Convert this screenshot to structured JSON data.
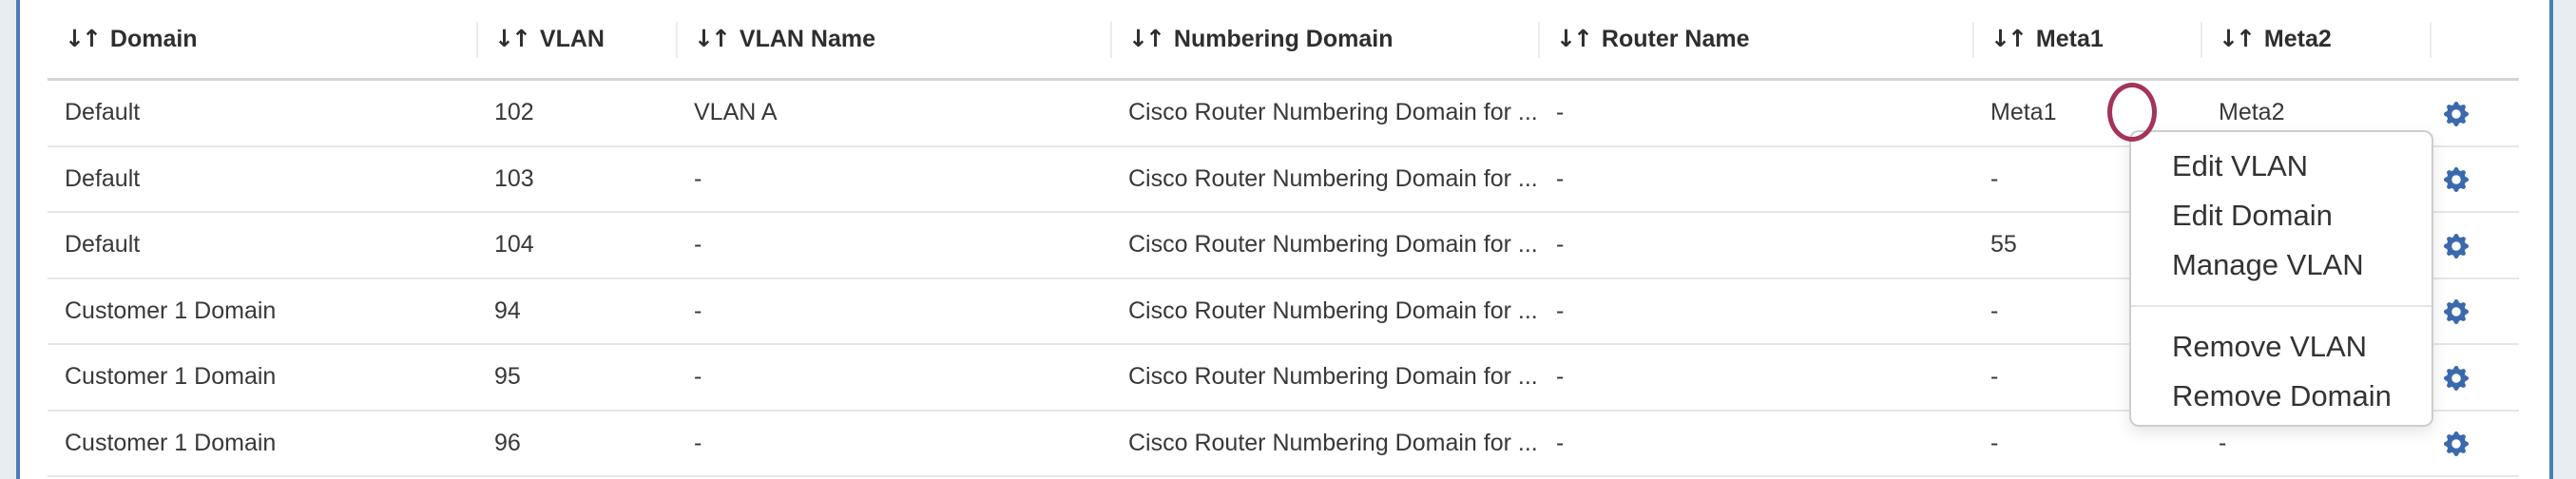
{
  "colors": {
    "edge_accent": "#4a7cba",
    "edge_background": "#e8edf2",
    "gear_blue": "#3b69ae",
    "click_circle": "#a43457",
    "row_divider": "#e6e6e6",
    "text": "#383838"
  },
  "icons": {
    "sort_glyph": "↓↑",
    "gear": "gear-icon"
  },
  "table": {
    "columns": [
      "Domain",
      "VLAN",
      "VLAN Name",
      "Numbering Domain",
      "Router Name",
      "Meta1",
      "Meta2"
    ],
    "rows": [
      {
        "domain": "Default",
        "vlan": "102",
        "vlan_name": "VLAN A",
        "numbering_domain": "Cisco Router Numbering Domain for ...",
        "router_name": "-",
        "meta1": "Meta1",
        "meta2": "Meta2"
      },
      {
        "domain": "Default",
        "vlan": "103",
        "vlan_name": "-",
        "numbering_domain": "Cisco Router Numbering Domain for ...",
        "router_name": "-",
        "meta1": "-",
        "meta2": "-"
      },
      {
        "domain": "Default",
        "vlan": "104",
        "vlan_name": "-",
        "numbering_domain": "Cisco Router Numbering Domain for ...",
        "router_name": "-",
        "meta1": "55",
        "meta2": "-"
      },
      {
        "domain": "Customer 1 Domain",
        "vlan": "94",
        "vlan_name": "-",
        "numbering_domain": "Cisco Router Numbering Domain for ...",
        "router_name": "-",
        "meta1": "-",
        "meta2": "-"
      },
      {
        "domain": "Customer 1 Domain",
        "vlan": "95",
        "vlan_name": "-",
        "numbering_domain": "Cisco Router Numbering Domain for ...",
        "router_name": "-",
        "meta1": "-",
        "meta2": "-"
      },
      {
        "domain": "Customer 1 Domain",
        "vlan": "96",
        "vlan_name": "-",
        "numbering_domain": "Cisco Router Numbering Domain for ...",
        "router_name": "-",
        "meta1": "-",
        "meta2": "-"
      }
    ]
  },
  "context_menu": {
    "items": [
      "Edit VLAN",
      "Edit Domain",
      "Manage VLAN",
      "Remove VLAN",
      "Remove Domain"
    ]
  }
}
